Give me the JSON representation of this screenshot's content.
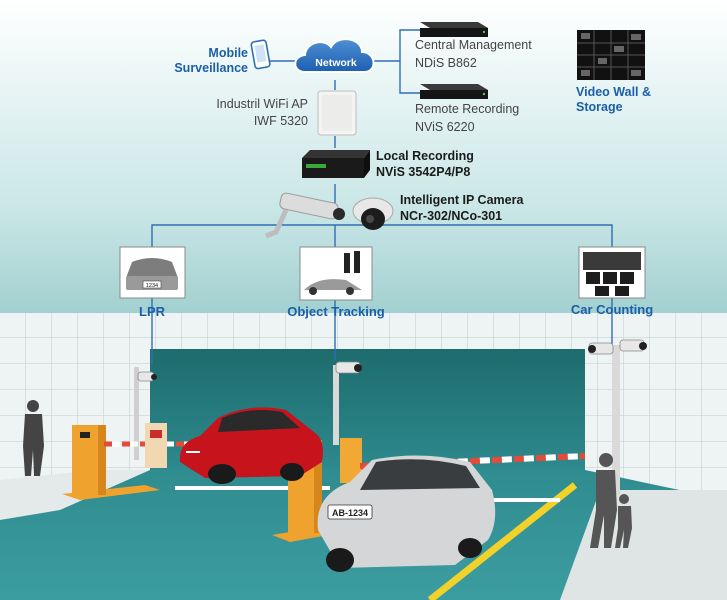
{
  "network": {
    "label": "Network"
  },
  "mobile": {
    "line1": "Mobile",
    "line2": "Surveillance"
  },
  "central": {
    "line1": "Central Management",
    "line2": "NDiS B862"
  },
  "remote": {
    "line1": "Remote Recording",
    "line2": "NViS 6220"
  },
  "videowall": {
    "line1": "Video Wall &",
    "line2": "Storage"
  },
  "wifi": {
    "line1": "Industril WiFi AP",
    "line2": "IWF 5320"
  },
  "local": {
    "line1": "Local Recording",
    "line2": "NViS 3542P4/P8"
  },
  "camera": {
    "line1": "Intelligent IP Camera",
    "line2": "NCr-302/NCo-301"
  },
  "apps": {
    "lpr": "LPR",
    "tracking": "Object Tracking",
    "counting": "Car Counting"
  },
  "plates": {
    "front": "AB-1234",
    "thumb": "1234"
  },
  "colors": {
    "label_blue": "#1a5fa8",
    "link_line": "#2f6fb5",
    "teal": "#3c8f91",
    "barrier_orange": "#f0a22e",
    "car_red": "#c7141c",
    "car_silver": "#d4d6d8"
  }
}
